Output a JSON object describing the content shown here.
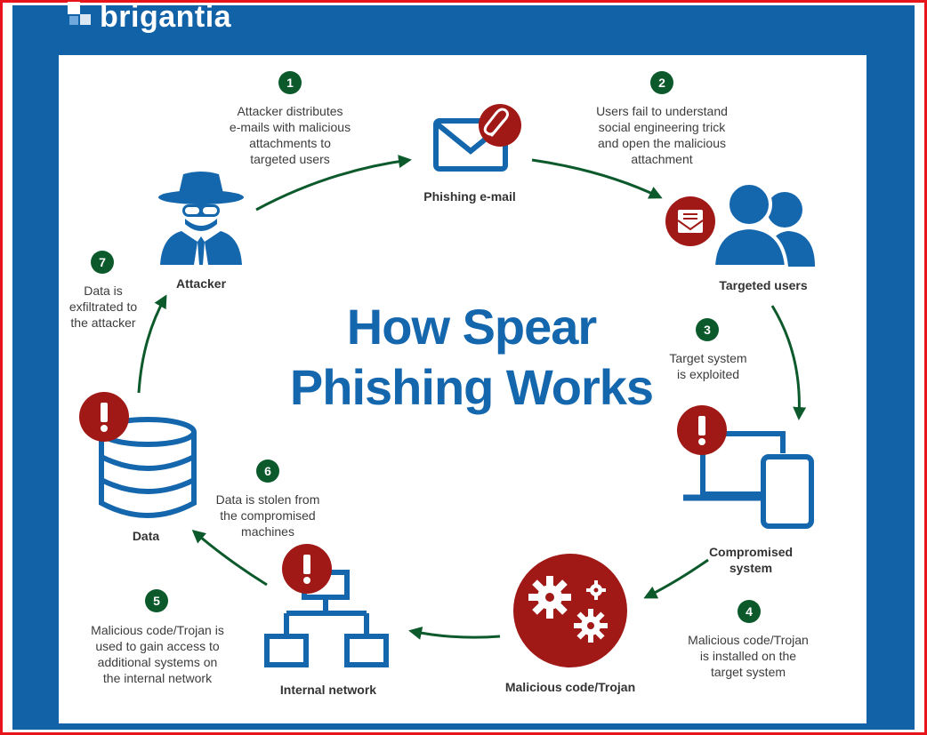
{
  "brand": {
    "name": "brigantia"
  },
  "title": {
    "line1": "How Spear",
    "line2": "Phishing Works"
  },
  "nodes": {
    "email": "Phishing e-mail",
    "users": "Targeted users",
    "system": "Compromised\nsystem",
    "trojan": "Malicious code/Trojan",
    "network": "Internal network",
    "data": "Data",
    "attacker": "Attacker"
  },
  "steps": [
    {
      "num": "1",
      "text": "Attacker distributes\ne-mails with malicious\nattachments to\ntargeted users"
    },
    {
      "num": "2",
      "text": "Users fail to understand\nsocial engineering trick\nand open the malicious\nattachment"
    },
    {
      "num": "3",
      "text": "Target system\nis exploited"
    },
    {
      "num": "4",
      "text": "Malicious code/Trojan\nis installed on the\ntarget system"
    },
    {
      "num": "5",
      "text": "Malicious code/Trojan is\nused to gain access to\nadditional systems on\nthe internal network"
    },
    {
      "num": "6",
      "text": "Data is stolen from\nthe compromised\nmachines"
    },
    {
      "num": "7",
      "text": "Data is\nexfiltrated to\nthe attacker"
    }
  ],
  "colors": {
    "blue": "#1466ad",
    "red": "#a01916",
    "green": "#0c5a2c",
    "frame": "#e8141b"
  },
  "icons": [
    "attacker-icon",
    "email-icon",
    "paperclip-icon",
    "users-icon",
    "envelope-alert-icon",
    "devices-icon",
    "gears-icon",
    "network-icon",
    "database-icon",
    "alert-icon"
  ]
}
